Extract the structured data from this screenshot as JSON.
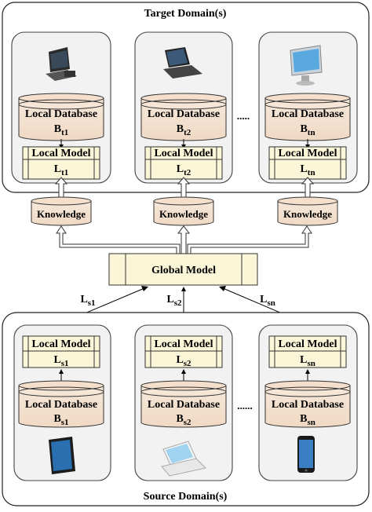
{
  "target": {
    "title": "Target Domain(s)",
    "nodes": [
      {
        "device": "desktop-computer-icon",
        "db_label": "Local Database",
        "db_sym": "B",
        "db_sub": "t1",
        "model_label": "Local Model",
        "model_sym": "L",
        "model_sub": "t1",
        "knowledge": "Knowledge"
      },
      {
        "device": "laptop-icon",
        "db_label": "Local Database",
        "db_sym": "B",
        "db_sub": "t2",
        "model_label": "Local Model",
        "model_sym": "L",
        "model_sub": "t2",
        "knowledge": "Knowledge"
      },
      {
        "device": "monitor-icon",
        "db_label": "Local Database",
        "db_sym": "B",
        "db_sub": "tn",
        "model_label": "Local Model",
        "model_sym": "L",
        "model_sub": "tn",
        "knowledge": "Knowledge"
      }
    ],
    "ellipsis": "....."
  },
  "global_model": "Global Model",
  "source": {
    "title": "Source Domain(s)",
    "edges": [
      {
        "sym": "L",
        "sub": "s1"
      },
      {
        "sym": "L",
        "sub": "s2"
      },
      {
        "sym": "L",
        "sub": "sn"
      }
    ],
    "nodes": [
      {
        "device": "tablet-icon",
        "db_label": "Local Database",
        "db_sym": "B",
        "db_sub": "s1",
        "model_label": "Local Model",
        "model_sym": "L",
        "model_sub": "s1"
      },
      {
        "device": "white-laptop-icon",
        "db_label": "Local Database",
        "db_sym": "B",
        "db_sub": "s2",
        "model_label": "Local Model",
        "model_sym": "L",
        "model_sub": "s2"
      },
      {
        "device": "smartphone-icon",
        "db_label": "Local Database",
        "db_sym": "B",
        "db_sub": "sn",
        "model_label": "Local Model",
        "model_sym": "L",
        "model_sub": "sn"
      }
    ],
    "ellipsis": "......"
  }
}
